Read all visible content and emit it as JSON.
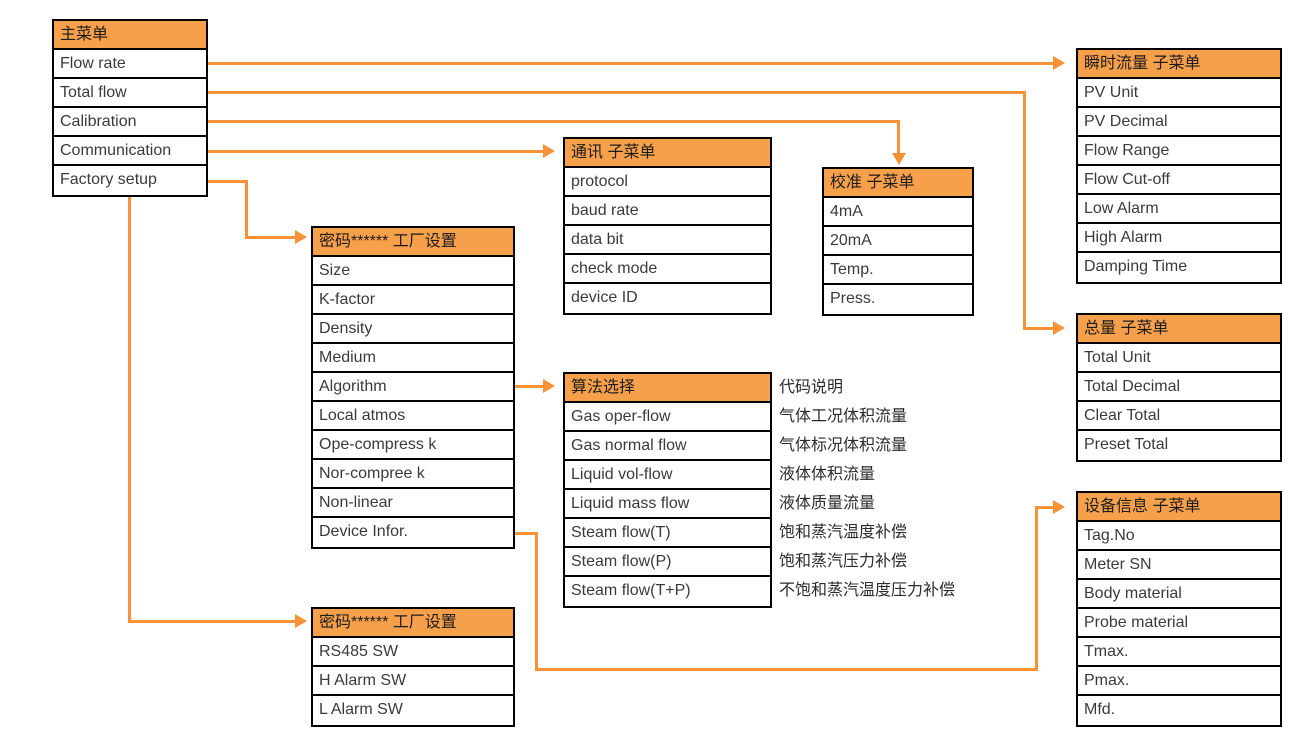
{
  "diagram": {
    "title_color": "#f7a04c",
    "line_color": "#f79236",
    "border_color": "#000000"
  },
  "main_menu": {
    "header": "主菜单",
    "items": [
      {
        "label": "Flow rate"
      },
      {
        "label": "Total flow"
      },
      {
        "label": "Calibration"
      },
      {
        "label": "Communication"
      },
      {
        "label": "Factory setup"
      }
    ]
  },
  "flow_rate_submenu": {
    "header": "瞬时流量 子菜单",
    "items": [
      {
        "label": "PV Unit"
      },
      {
        "label": "PV Decimal"
      },
      {
        "label": "Flow Range"
      },
      {
        "label": "Flow Cut-off"
      },
      {
        "label": "Low Alarm"
      },
      {
        "label": "High Alarm"
      },
      {
        "label": "Damping Time"
      }
    ]
  },
  "total_flow_submenu": {
    "header": "总量 子菜单",
    "items": [
      {
        "label": "Total Unit"
      },
      {
        "label": "Total Decimal"
      },
      {
        "label": "Clear Total"
      },
      {
        "label": "Preset Total"
      }
    ]
  },
  "device_info_submenu": {
    "header": "设备信息 子菜单",
    "items": [
      {
        "label": "Tag.No"
      },
      {
        "label": "Meter SN"
      },
      {
        "label": "Body material"
      },
      {
        "label": "Probe material"
      },
      {
        "label": "Tmax."
      },
      {
        "label": "Pmax."
      },
      {
        "label": "Mfd."
      }
    ]
  },
  "communication_submenu": {
    "header": "通讯 子菜单",
    "items": [
      {
        "label": "protocol"
      },
      {
        "label": "baud rate"
      },
      {
        "label": "data bit"
      },
      {
        "label": "check mode"
      },
      {
        "label": "device ID"
      }
    ]
  },
  "calibration_submenu": {
    "header": "校准 子菜单",
    "items": [
      {
        "label": "4mA"
      },
      {
        "label": "20mA"
      },
      {
        "label": "Temp."
      },
      {
        "label": "Press."
      }
    ]
  },
  "factory_setup_main": {
    "header": "密码****** 工厂设置",
    "items": [
      {
        "label": "Size"
      },
      {
        "label": "K-factor"
      },
      {
        "label": "Density"
      },
      {
        "label": "Medium"
      },
      {
        "label": "Algorithm"
      },
      {
        "label": "Local atmos"
      },
      {
        "label": "Ope-compress k"
      },
      {
        "label": "Nor-compree k"
      },
      {
        "label": "Non-linear"
      },
      {
        "label": "Device Infor."
      }
    ]
  },
  "factory_setup_switches": {
    "header": "密码****** 工厂设置",
    "items": [
      {
        "label": "RS485 SW"
      },
      {
        "label": "H Alarm SW"
      },
      {
        "label": "L Alarm SW"
      }
    ]
  },
  "algorithm_select": {
    "header": "算法选择",
    "items": [
      {
        "label": "Gas oper-flow"
      },
      {
        "label": "Gas normal flow"
      },
      {
        "label": "Liquid vol-flow"
      },
      {
        "label": "Liquid mass flow"
      },
      {
        "label": "Steam flow(T)"
      },
      {
        "label": "Steam flow(P)"
      },
      {
        "label": "Steam flow(T+P)"
      }
    ]
  },
  "algorithm_notes": {
    "heading": "代码说明",
    "lines": [
      {
        "text": "气体工况体积流量"
      },
      {
        "text": "气体标况体积流量"
      },
      {
        "text": "液体体积流量"
      },
      {
        "text": "液体质量流量"
      },
      {
        "text": "饱和蒸汽温度补偿"
      },
      {
        "text": "饱和蒸汽压力补偿"
      },
      {
        "text": "不饱和蒸汽温度压力补偿"
      }
    ]
  }
}
